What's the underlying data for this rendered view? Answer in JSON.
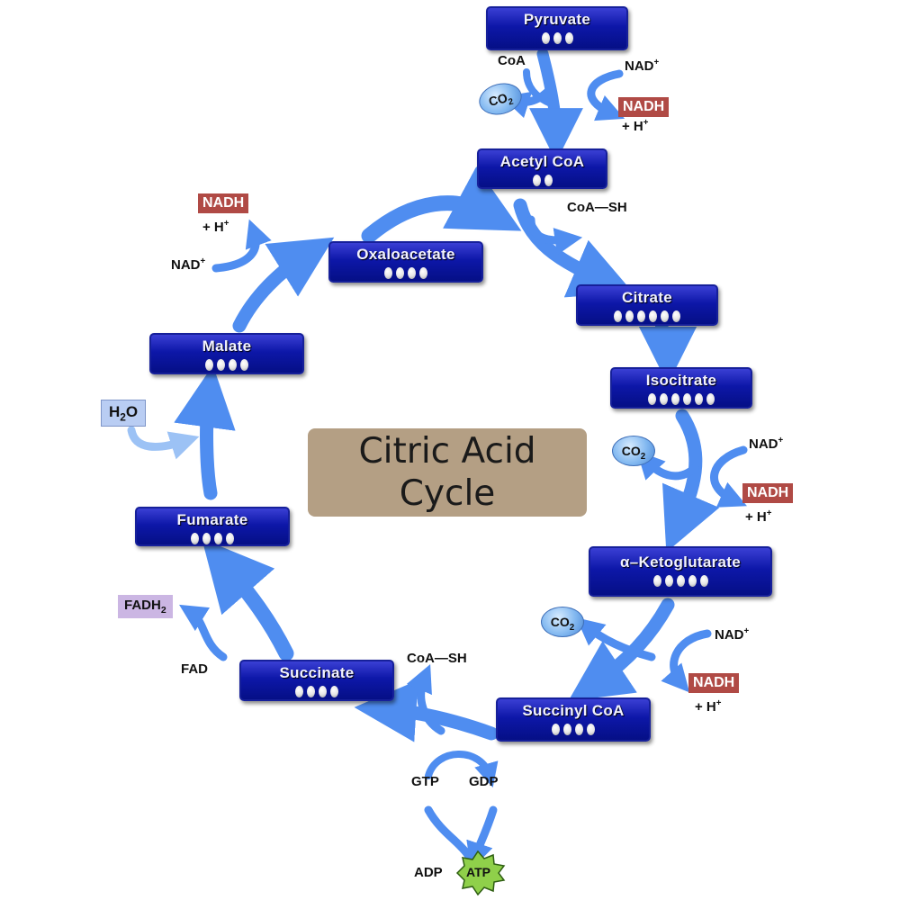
{
  "title": {
    "line1": "Citric Acid",
    "line2": "Cycle"
  },
  "intermediates": [
    {
      "id": "pyruvate",
      "name": "Pyruvate",
      "carbons": 3
    },
    {
      "id": "acetylcoa",
      "name": "Acetyl CoA",
      "carbons": 2
    },
    {
      "id": "citrate",
      "name": "Citrate",
      "carbons": 6
    },
    {
      "id": "isocitrate",
      "name": "Isocitrate",
      "carbons": 6
    },
    {
      "id": "ketoglutarate",
      "name": "α–Ketoglutarate",
      "carbons": 5
    },
    {
      "id": "succinylcoa",
      "name": "Succinyl CoA",
      "carbons": 4
    },
    {
      "id": "succinate",
      "name": "Succinate",
      "carbons": 4
    },
    {
      "id": "fumarate",
      "name": "Fumarate",
      "carbons": 4
    },
    {
      "id": "malate",
      "name": "Malate",
      "carbons": 4
    },
    {
      "id": "oxaloacetate",
      "name": "Oxaloacetate",
      "carbons": 4
    }
  ],
  "labels": {
    "coa": "CoA",
    "nad": "NAD",
    "nad_sup": "+",
    "nadh": "NADH",
    "h_plus": "+  H",
    "h_sup": "+",
    "co2": "CO",
    "co2_sub": "2",
    "coash": "CoA—SH",
    "h2o_h": "H",
    "h2o_sub": "2",
    "h2o_o": "O",
    "fadh": "FADH",
    "fadh_sub": "2",
    "fad": "FAD",
    "gtp": "GTP",
    "gdp": "GDP",
    "adp": "ADP",
    "atp": "ATP"
  },
  "colors": {
    "node": "#0d17a8",
    "arrow": "#4f8df0",
    "nadh_box": "#b04a45",
    "title_box": "#b49f84",
    "fadh_box": "#cbb6e3",
    "h2o_box": "#b9cdf3",
    "atp_star": "#8fd04a"
  }
}
